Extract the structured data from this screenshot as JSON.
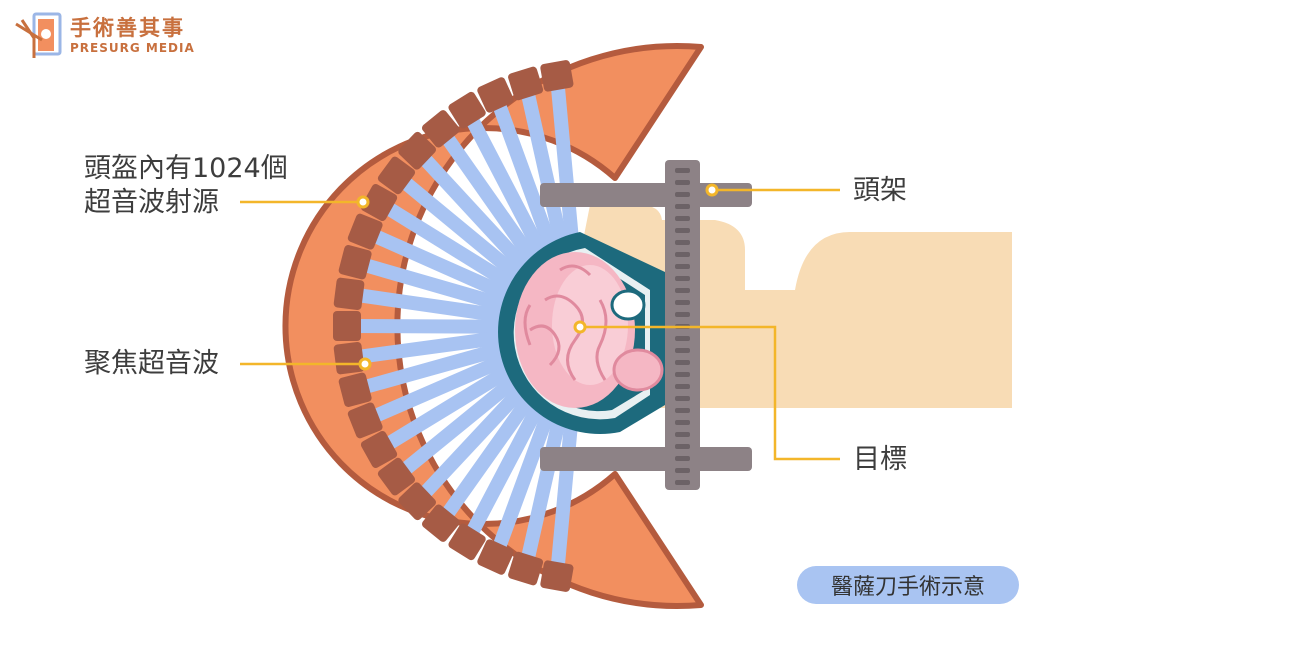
{
  "brand": {
    "name_cn": "手術善其事",
    "name_en": "PRESURG MEDIA"
  },
  "labels": {
    "helmet_line1": "頭盔內有1024個",
    "helmet_line2": "超音波射源",
    "focused_ultrasound": "聚焦超音波",
    "head_frame": "頭架",
    "target": "目標"
  },
  "caption": "醫薩刀手術示意",
  "icons": {
    "logo": "presurg-logo-icon"
  },
  "colors": {
    "helmet_orange": "#f28f5f",
    "helmet_outline": "#b45b3e",
    "emitter": "#a65b45",
    "beam_blue": "#a8c3f2",
    "skin": "#f8dcb5",
    "skull_teal": "#1d6a7d",
    "brain_pink": "#f5b7c4",
    "frame_gray": "#8d8286",
    "callout_yellow": "#f3b62a",
    "caption_bg": "#a9c4f2",
    "brand": "#c8703e"
  }
}
